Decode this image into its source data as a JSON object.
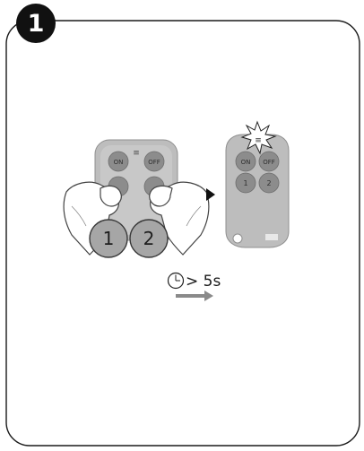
{
  "step": {
    "number": "1"
  },
  "remote_left": {
    "buttons": [
      "ON",
      "OFF"
    ],
    "indicator": "≡"
  },
  "fingers": [
    "1",
    "2"
  ],
  "remote_right": {
    "buttons": [
      "ON",
      "OFF",
      "1",
      "2"
    ],
    "indicator": "≡"
  },
  "hold": {
    "icon": "clock-icon",
    "duration": "> 5s"
  },
  "colors": {
    "frame": "#1a1a1a",
    "remote_body": "#bdbdbd",
    "remote_button": "#8c8c8c",
    "finger_badge": "#a6a6a6",
    "arrow": "#8a8a8a"
  }
}
